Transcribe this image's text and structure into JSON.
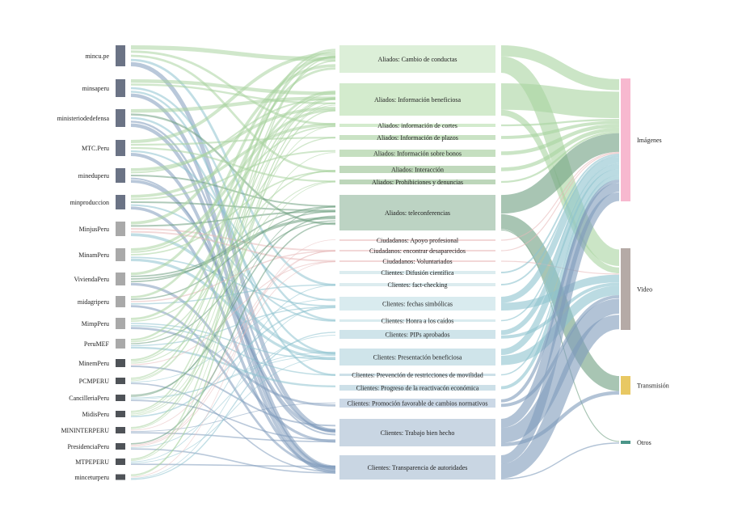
{
  "chart_data": {
    "type": "sankey",
    "title": "",
    "levels": [
      "source_accounts",
      "categories",
      "formats"
    ],
    "source_nodes": [
      {
        "id": "mincu.pe",
        "label": "mincu.pe",
        "value": 10,
        "color": "#6b7385"
      },
      {
        "id": "minsaperu",
        "label": "minsaperu",
        "value": 9,
        "color": "#6b7385"
      },
      {
        "id": "ministeriodedefensa",
        "label": "ministeriodedefensa",
        "value": 9,
        "color": "#6b7385"
      },
      {
        "id": "MTC.Peru",
        "label": "MTC.Peru",
        "value": 8,
        "color": "#6b7385"
      },
      {
        "id": "mineduperu",
        "label": "mineduperu",
        "value": 7,
        "color": "#6b7385"
      },
      {
        "id": "minproduccion",
        "label": "minproduccion",
        "value": 7,
        "color": "#6b7385"
      },
      {
        "id": "MinjusPeru",
        "label": "MinjusPeru",
        "value": 7,
        "color": "#a9a9a9"
      },
      {
        "id": "MinamPeru",
        "label": "MinamPeru",
        "value": 6,
        "color": "#a9a9a9"
      },
      {
        "id": "ViviendaPeru",
        "label": "ViviendaPeru",
        "value": 6,
        "color": "#a9a9a9"
      },
      {
        "id": "midagriperu",
        "label": "midagriperu",
        "value": 5,
        "color": "#a9a9a9"
      },
      {
        "id": "MimpPeru",
        "label": "MimpPeru",
        "value": 5,
        "color": "#a9a9a9"
      },
      {
        "id": "PeruMEF",
        "label": "PeruMEF",
        "value": 4,
        "color": "#a9a9a9"
      },
      {
        "id": "MinemPeru",
        "label": "MinemPeru",
        "value": 3.5,
        "color": "#4f5358"
      },
      {
        "id": "PCMPERU",
        "label": "PCMPERU",
        "value": 3,
        "color": "#4f5358"
      },
      {
        "id": "CancilleriaPeru",
        "label": "CancilleriaPeru",
        "value": 3,
        "color": "#4f5358"
      },
      {
        "id": "MidisPeru",
        "label": "MidisPeru",
        "value": 3,
        "color": "#4f5358"
      },
      {
        "id": "MININTERPERU",
        "label": "MININTERPERU",
        "value": 3,
        "color": "#4f5358"
      },
      {
        "id": "PresidenciaPeru",
        "label": "PresidenciaPeru",
        "value": 3,
        "color": "#4f5358"
      },
      {
        "id": "MTPEPERU",
        "label": "MTPEPERU",
        "value": 3,
        "color": "#4f5358"
      },
      {
        "id": "minceturperu",
        "label": "minceturperu",
        "value": 3,
        "color": "#4f5358"
      }
    ],
    "category_nodes": [
      {
        "id": "a1",
        "label": "Aliados: Cambio de conductas",
        "value": 10,
        "color": "#dcefd8",
        "group": "Aliados"
      },
      {
        "id": "a2",
        "label": "Aliados: Información beneficiosa",
        "value": 11,
        "color": "#d3ebcd",
        "group": "Aliados"
      },
      {
        "id": "a3",
        "label": "Aliados: información de cortes",
        "value": 0.6,
        "color": "#d3ebcd",
        "group": "Aliados"
      },
      {
        "id": "a4",
        "label": "Aliados: Información de plazos",
        "value": 1,
        "color": "#c9e2c4",
        "group": "Aliados"
      },
      {
        "id": "a5",
        "label": "Aliados: Información sobre bonos",
        "value": 1.2,
        "color": "#c5dfc0",
        "group": "Aliados"
      },
      {
        "id": "a6",
        "label": "Aliados: Interacción",
        "value": 1.2,
        "color": "#c0d9bc",
        "group": "Aliados"
      },
      {
        "id": "a7",
        "label": "Aliados: Prohibiciones y denuncias",
        "value": 0.6,
        "color": "#bdd6ba",
        "group": "Aliados"
      },
      {
        "id": "a8",
        "label": "Aliados: teleconferencias",
        "value": 13,
        "color": "#bcd3c3",
        "group": "Aliados"
      },
      {
        "id": "c1",
        "label": "Ciudadanos: Apoyo profesional",
        "value": 0.3,
        "color": "#f2d7d7",
        "group": "Ciudadanos"
      },
      {
        "id": "c2",
        "label": "Ciudadanos: encontrar desaparecidos",
        "value": 0.3,
        "color": "#f2d7d7",
        "group": "Ciudadanos"
      },
      {
        "id": "c3",
        "label": "Ciudadanos: Voluntariados",
        "value": 0.3,
        "color": "#f2d7d7",
        "group": "Ciudadanos"
      },
      {
        "id": "k1",
        "label": "Clientes: Difusión científica",
        "value": 0.5,
        "color": "#dcecef",
        "group": "Clientes"
      },
      {
        "id": "k2",
        "label": "Clientes: fact-checking",
        "value": 0.5,
        "color": "#dcecef",
        "group": "Clientes"
      },
      {
        "id": "k3",
        "label": "Clientes: fechas simbólicas",
        "value": 4.5,
        "color": "#d9ebef",
        "group": "Clientes"
      },
      {
        "id": "k4",
        "label": "Clientes: Honra a los caídos",
        "value": 0.4,
        "color": "#d9ebef",
        "group": "Clientes"
      },
      {
        "id": "k5",
        "label": "Clientes: PIPs aprobados",
        "value": 2.5,
        "color": "#cfe4ea",
        "group": "Clientes"
      },
      {
        "id": "k6",
        "label": "Clientes: Presentación beneficiosa",
        "value": 5,
        "color": "#cfe4ea",
        "group": "Clientes"
      },
      {
        "id": "k7",
        "label": "Clientes: Prevención de restricciones de movilidad",
        "value": 0.4,
        "color": "#cde0e8",
        "group": "Clientes"
      },
      {
        "id": "k8",
        "label": "Clientes: Progreso de la reactivacón económica",
        "value": 1,
        "color": "#cde0e8",
        "group": "Clientes"
      },
      {
        "id": "k9",
        "label": "Clientes: Promoción favorable de cambios normativos",
        "value": 2,
        "color": "#cbd8e6",
        "group": "Clientes"
      },
      {
        "id": "k10",
        "label": "Clientes: Trabajo bien hecho",
        "value": 9,
        "color": "#c9d6e3",
        "group": "Clientes"
      },
      {
        "id": "k11",
        "label": "Clientes: Transparencia de autoridades",
        "value": 8,
        "color": "#c9d6e3",
        "group": "Clientes"
      }
    ],
    "format_nodes": [
      {
        "id": "img",
        "label": "Imágenes",
        "value": 40,
        "color": "#f7b8cf"
      },
      {
        "id": "vid",
        "label": "Video",
        "value": 27,
        "color": "#b5aaa6"
      },
      {
        "id": "tra",
        "label": "Transmisión",
        "value": 6.5,
        "color": "#e8c863"
      },
      {
        "id": "otr",
        "label": "Otros",
        "value": 0.8,
        "color": "#4a9589"
      }
    ],
    "category_to_format": [
      {
        "source": "a1",
        "target": "img",
        "value": 4
      },
      {
        "source": "a1",
        "target": "vid",
        "value": 6
      },
      {
        "source": "a2",
        "target": "img",
        "value": 9
      },
      {
        "source": "a2",
        "target": "vid",
        "value": 2
      },
      {
        "source": "a3",
        "target": "img",
        "value": 0.6
      },
      {
        "source": "a4",
        "target": "img",
        "value": 1
      },
      {
        "source": "a5",
        "target": "img",
        "value": 1.2
      },
      {
        "source": "a6",
        "target": "img",
        "value": 1.2
      },
      {
        "source": "a7",
        "target": "img",
        "value": 0.6
      },
      {
        "source": "a8",
        "target": "img",
        "value": 6
      },
      {
        "source": "a8",
        "target": "tra",
        "value": 5
      },
      {
        "source": "a8",
        "target": "otr",
        "value": 0.3
      },
      {
        "source": "c1",
        "target": "img",
        "value": 0.3
      },
      {
        "source": "c2",
        "target": "img",
        "value": 0.3
      },
      {
        "source": "c3",
        "target": "vid",
        "value": 0.3
      },
      {
        "source": "k1",
        "target": "img",
        "value": 0.5
      },
      {
        "source": "k2",
        "target": "img",
        "value": 0.5
      },
      {
        "source": "k3",
        "target": "img",
        "value": 2
      },
      {
        "source": "k3",
        "target": "vid",
        "value": 2.5
      },
      {
        "source": "k4",
        "target": "img",
        "value": 0.4
      },
      {
        "source": "k5",
        "target": "img",
        "value": 1.5
      },
      {
        "source": "k5",
        "target": "vid",
        "value": 1
      },
      {
        "source": "k6",
        "target": "img",
        "value": 2
      },
      {
        "source": "k6",
        "target": "vid",
        "value": 3
      },
      {
        "source": "k7",
        "target": "img",
        "value": 0.4
      },
      {
        "source": "k8",
        "target": "img",
        "value": 1
      },
      {
        "source": "k9",
        "target": "img",
        "value": 1
      },
      {
        "source": "k9",
        "target": "vid",
        "value": 1
      },
      {
        "source": "k10",
        "target": "img",
        "value": 3
      },
      {
        "source": "k10",
        "target": "vid",
        "value": 5
      },
      {
        "source": "k10",
        "target": "tra",
        "value": 1.2
      },
      {
        "source": "k11",
        "target": "img",
        "value": 3
      },
      {
        "source": "k11",
        "target": "vid",
        "value": 5
      },
      {
        "source": "k11",
        "target": "otr",
        "value": 0.4
      }
    ]
  }
}
